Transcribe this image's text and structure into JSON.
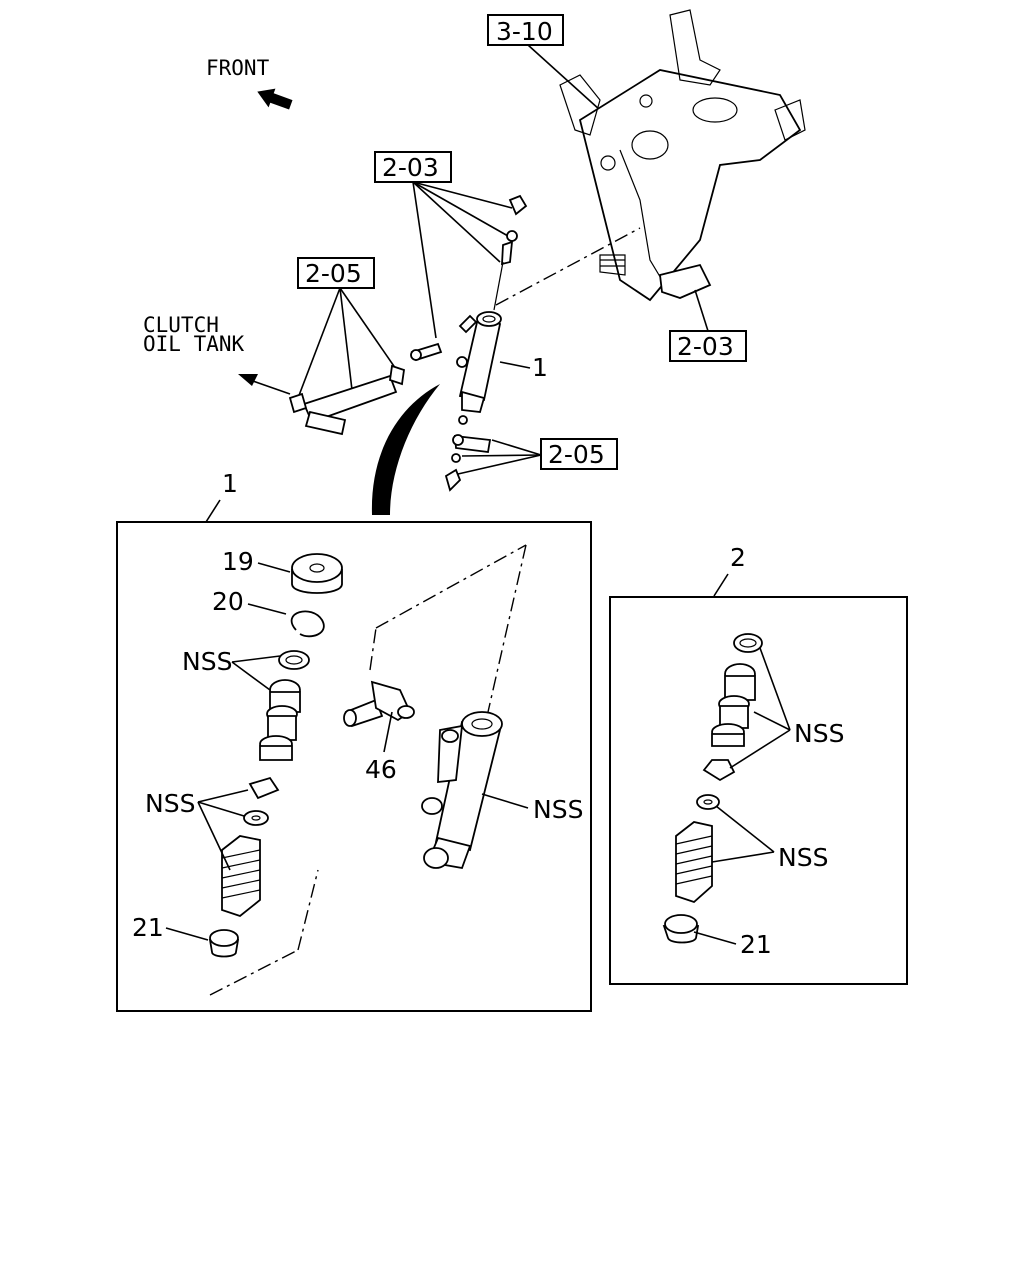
{
  "labels": {
    "front": "FRONT",
    "clutch_line1": "CLUTCH",
    "clutch_line2": "OIL TANK",
    "ref_3_10": "3-10",
    "ref_2_03_top": "2-03",
    "ref_2_03_right": "2-03",
    "ref_2_05_left": "2-05",
    "ref_2_05_right": "2-05",
    "callout_1_top": "1",
    "callout_1_box": "1",
    "callout_2_box": "2",
    "p19": "19",
    "p20": "20",
    "p46": "46",
    "p21_left": "21",
    "p21_right": "21",
    "nss_a": "NSS",
    "nss_b": "NSS",
    "nss_c": "NSS",
    "nss_d": "NSS",
    "nss_e": "NSS"
  }
}
